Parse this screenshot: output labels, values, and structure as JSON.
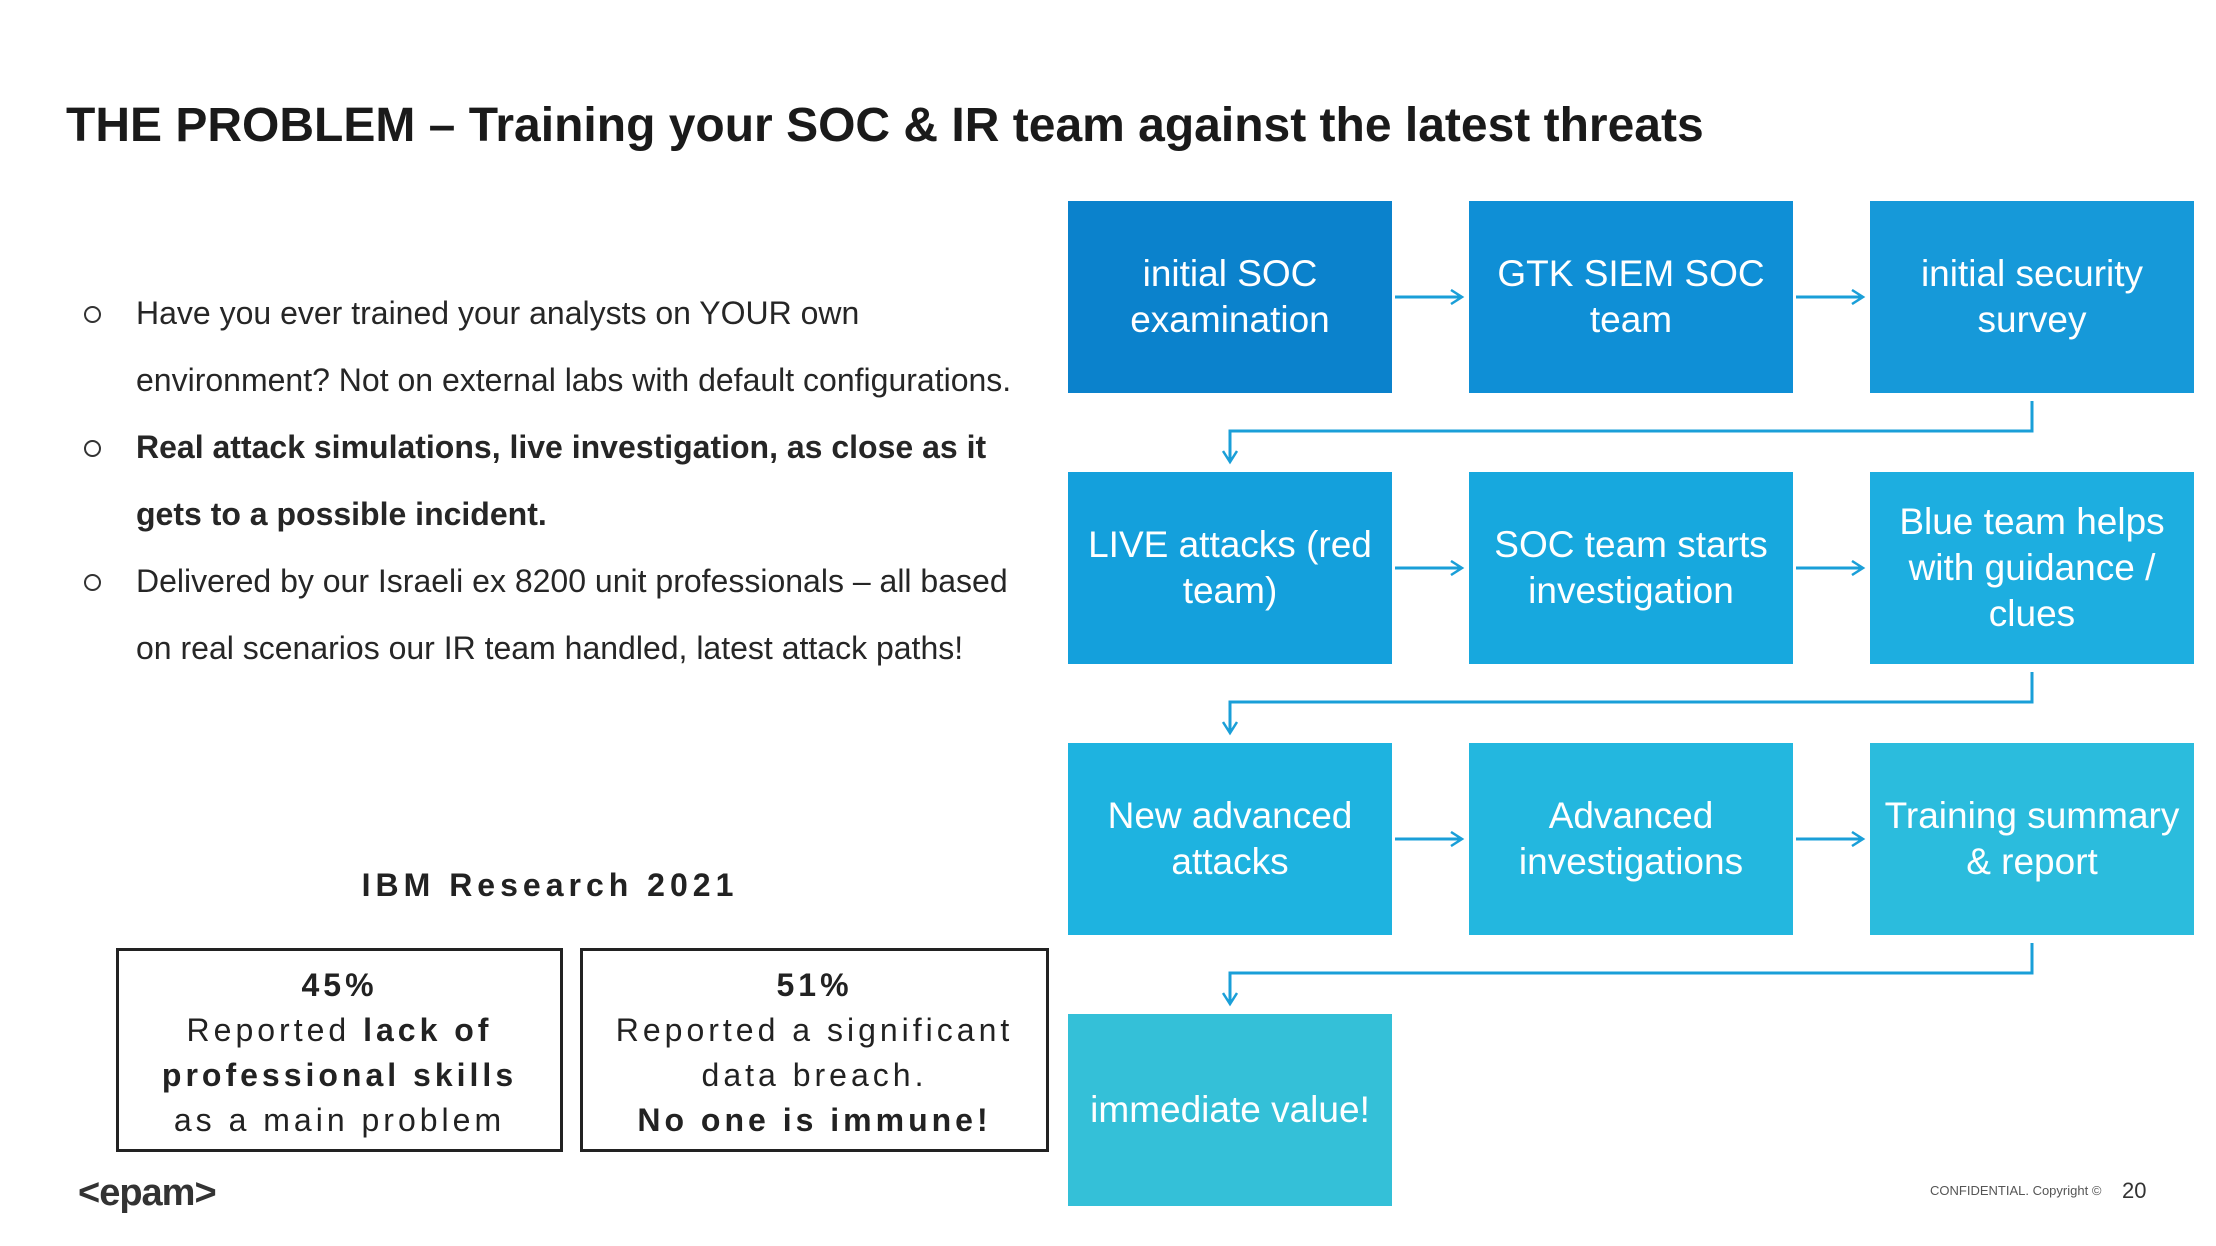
{
  "title": "THE PROBLEM – Training your SOC & IR team against the latest threats",
  "bullets": [
    {
      "text": "Have you ever trained your analysts on YOUR own environment? Not on external  labs with default configurations."
    },
    {
      "text": "Real attack simulations, live investigation, as close as it gets to a possible incident."
    },
    {
      "text": "Delivered by our Israeli ex 8200 unit professionals – all based on real scenarios our IR team handled, latest attack paths!"
    }
  ],
  "research_label": "IBM Research 2021",
  "stats": [
    {
      "percent": "45%",
      "line1_pre": "Reported ",
      "line1_bold": "lack of",
      "line2_bold": "professional skills",
      "line3": "as a main problem"
    },
    {
      "percent": "51%",
      "line1": "Reported a significant",
      "line2": "data breach.",
      "line3_bold": "No one is immune!"
    }
  ],
  "flow_steps": [
    {
      "label": "initial SOC examination",
      "color": "#0b82cc"
    },
    {
      "label": "GTK SIEM SOC team",
      "color": "#0f8fd6"
    },
    {
      "label": "initial security survey",
      "color": "#1699d9"
    },
    {
      "label": "LIVE attacks (red team)",
      "color": "#14a0dc"
    },
    {
      "label": "SOC team starts investigation",
      "color": "#17a8de"
    },
    {
      "label": "Blue team helps with guidance / clues",
      "color": "#1daee0"
    },
    {
      "label": "New advanced attacks",
      "color": "#1eb3e0"
    },
    {
      "label": "Advanced investigations",
      "color": "#23b7df"
    },
    {
      "label": "Training summary & report",
      "color": "#2bbcdd"
    },
    {
      "label": "immediate value!",
      "color": "#34c0d8"
    }
  ],
  "connector_color": "#1a9fd8",
  "logo": "<epam>",
  "footer": "CONFIDENTIAL. Copyright ©",
  "page_number": "20"
}
